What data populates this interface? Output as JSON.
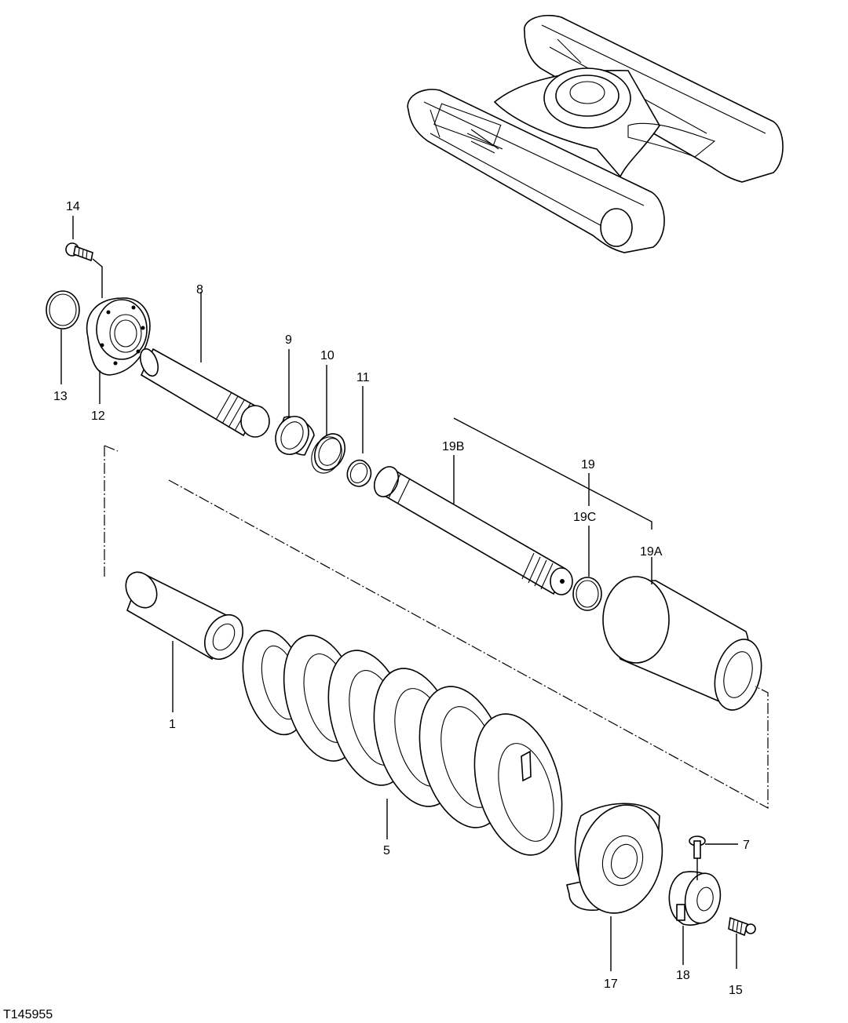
{
  "figure_id": "T145955",
  "callouts": {
    "c1": "1",
    "c5": "5",
    "c7": "7",
    "c8": "8",
    "c9": "9",
    "c10": "10",
    "c11": "11",
    "c12": "12",
    "c13": "13",
    "c14": "14",
    "c15": "15",
    "c17": "17",
    "c18": "18",
    "c19": "19",
    "c19a": "19A",
    "c19b": "19B",
    "c19c": "19C"
  }
}
